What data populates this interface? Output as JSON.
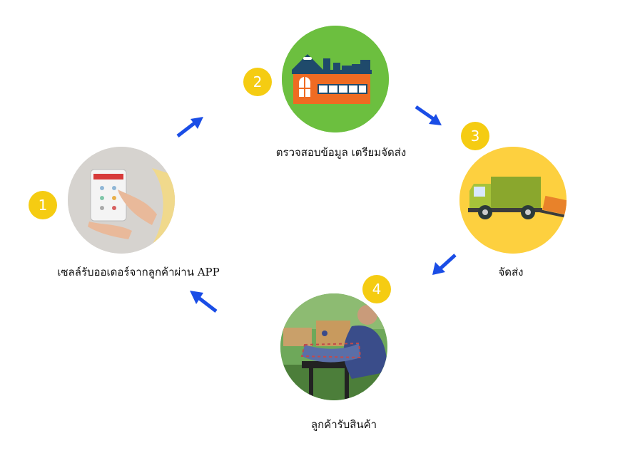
{
  "steps": [
    {
      "number": "1",
      "label": "เซลล์รับออเดอร์จากลูกค้าผ่าน APP",
      "circle_color": "#d8d5d1"
    },
    {
      "number": "2",
      "label": "ตรวจสอบข้อมูล เตรียมจัดส่ง",
      "circle_color": "#6cbf3f"
    },
    {
      "number": "3",
      "label": "จัดส่ง",
      "circle_color": "#fdd03f"
    },
    {
      "number": "4",
      "label": "ลูกค้ารับสินค้า",
      "circle_color": "#5fa84a"
    }
  ],
  "colors": {
    "badge": "#f5cc12",
    "arrow": "#1a4de6"
  },
  "icons": [
    "tablet-order-photo",
    "warehouse-icon",
    "delivery-truck-icon",
    "customer-receiving-package-photo",
    "arrow-icon"
  ]
}
